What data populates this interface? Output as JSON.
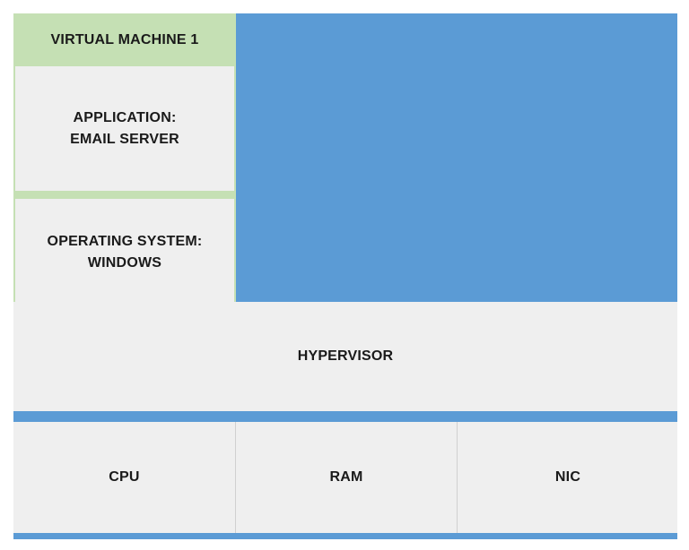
{
  "diagram": {
    "vm": {
      "title": "VIRTUAL MACHINE 1",
      "application_label": "APPLICATION:\nEMAIL SERVER",
      "os_label": "OPERATING SYSTEM:\nWINDOWS"
    },
    "hypervisor_label": "HYPERVISOR",
    "hardware": [
      {
        "label": "CPU"
      },
      {
        "label": "RAM"
      },
      {
        "label": "NIC"
      }
    ]
  },
  "colors": {
    "blue": "#5b9bd5",
    "green": "#c5e0b4",
    "gray": "#efefef",
    "text": "#1a1a1a"
  }
}
